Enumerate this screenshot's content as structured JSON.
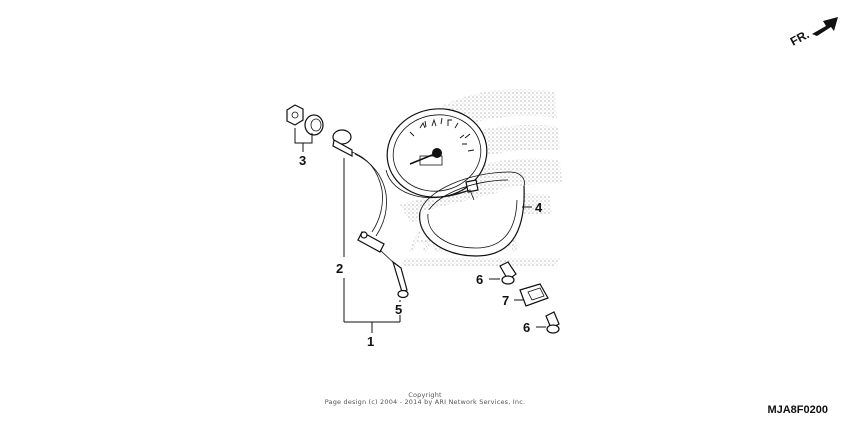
{
  "direction_label": "FR.",
  "callouts": {
    "c1": "1",
    "c2": "2",
    "c3": "3",
    "c4": "4",
    "c5": "5",
    "c6a": "6",
    "c6b": "6",
    "c7": "7"
  },
  "watermark_text": "HONDA",
  "copyright": {
    "line1": "Copyright",
    "line2": "Page design (c) 2004 - 2014 by ARI Network Services, Inc."
  },
  "diagram_code": "MJA8F0200"
}
